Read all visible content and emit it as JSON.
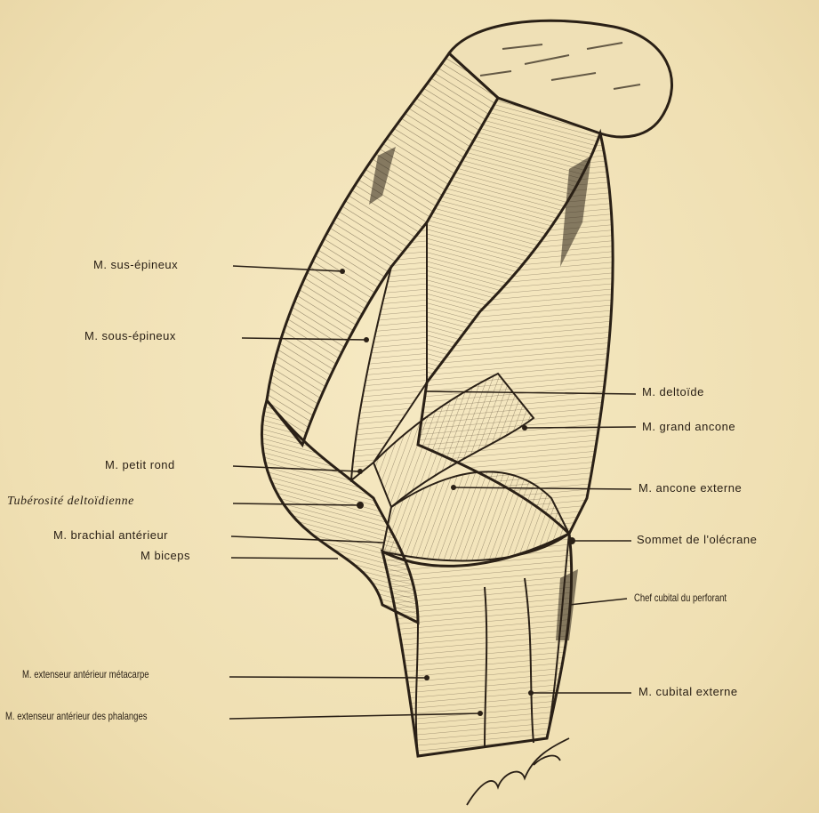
{
  "labels": {
    "sus_epineux": "M. sus-épineux",
    "sous_epineux": "M. sous-épineux",
    "petit_rond": "M. petit rond",
    "tuberosite": "Tubérosité deltoïdienne",
    "brachial": "M. brachial antérieur",
    "biceps": "M  biceps",
    "ext_metacarpe": "M. extenseur antérieur métacarpe",
    "ext_phalanges": "M. extenseur antérieur des phalanges",
    "deltoide": "M. deltoïde",
    "grand_ancone": "M. grand ancone",
    "ancone_externe": "M. ancone externe",
    "olecrane": "Sommet de l'olécrane",
    "chef_cubital": "Chef cubital du perforant",
    "cubital_externe": "M. cubital externe"
  },
  "colors": {
    "paper": "#f2e3b8",
    "ink": "#2a2016"
  }
}
